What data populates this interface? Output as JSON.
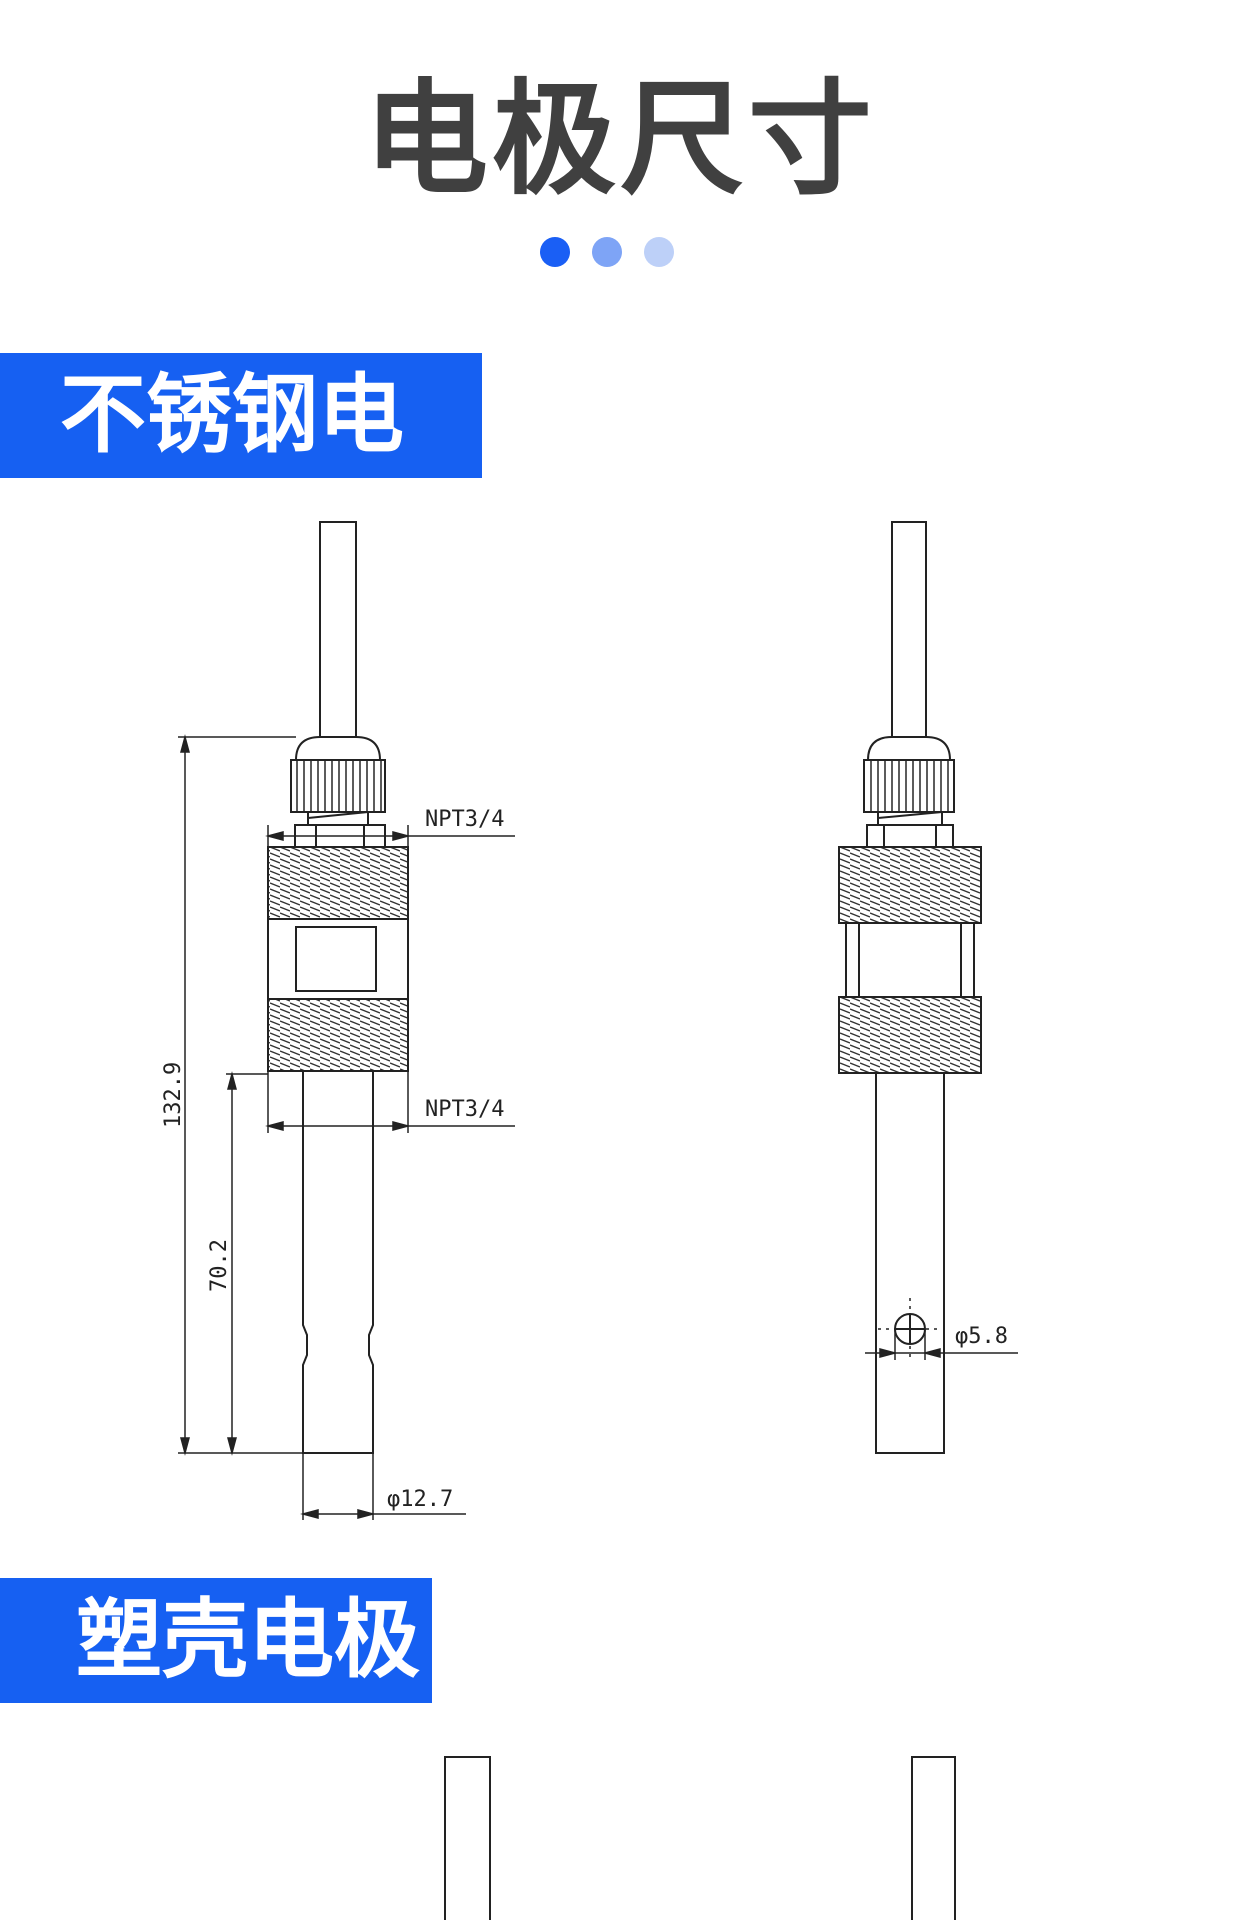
{
  "page": {
    "title": "电极尺寸",
    "dot_colors": [
      "#1a5ff5",
      "#7ea4f6",
      "#bdd0f8"
    ]
  },
  "sections": [
    {
      "label": "不锈钢电极",
      "color": "#1660f2"
    },
    {
      "label": "塑壳电极",
      "color": "#1660f2"
    }
  ],
  "dimensions": {
    "thread_top": "NPT3/4",
    "thread_bottom": "NPT3/4",
    "total_length": "132.9",
    "lower_length": "70.2",
    "diameter": "φ12.7",
    "hole_diameter": "φ5.8"
  }
}
